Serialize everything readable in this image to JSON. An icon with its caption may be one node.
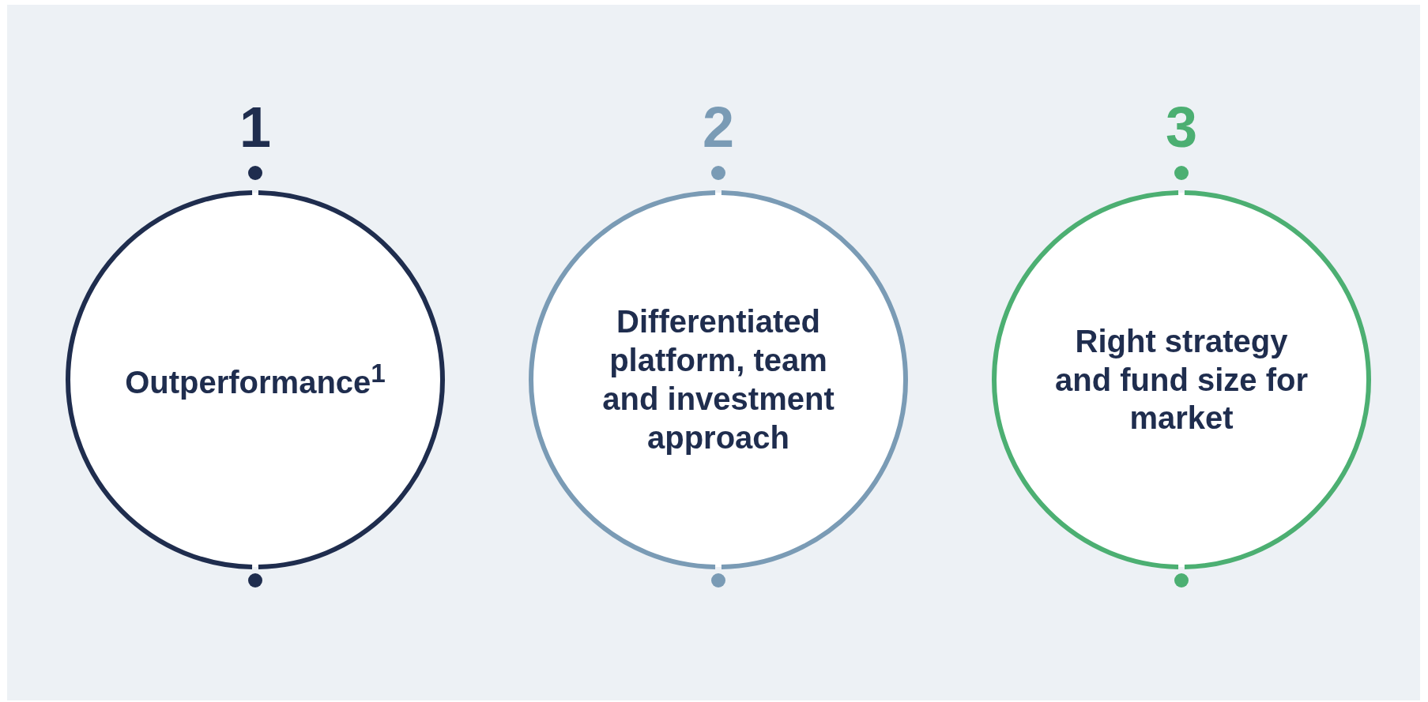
{
  "diagram": {
    "nodes": [
      {
        "text": [
          "Outperformance$^{1}$"
        ],
        "beside": [
          "1"
        ]
      },
      {
        "text": [
          "Differentiated platform, team and investment approach"
        ],
        "beside": [
          "2"
        ]
      },
      {
        "text": [
          "Right strategy and fund size for market"
        ],
        "beside": [
          "3"
        ]
      }
    ]
  }
}
